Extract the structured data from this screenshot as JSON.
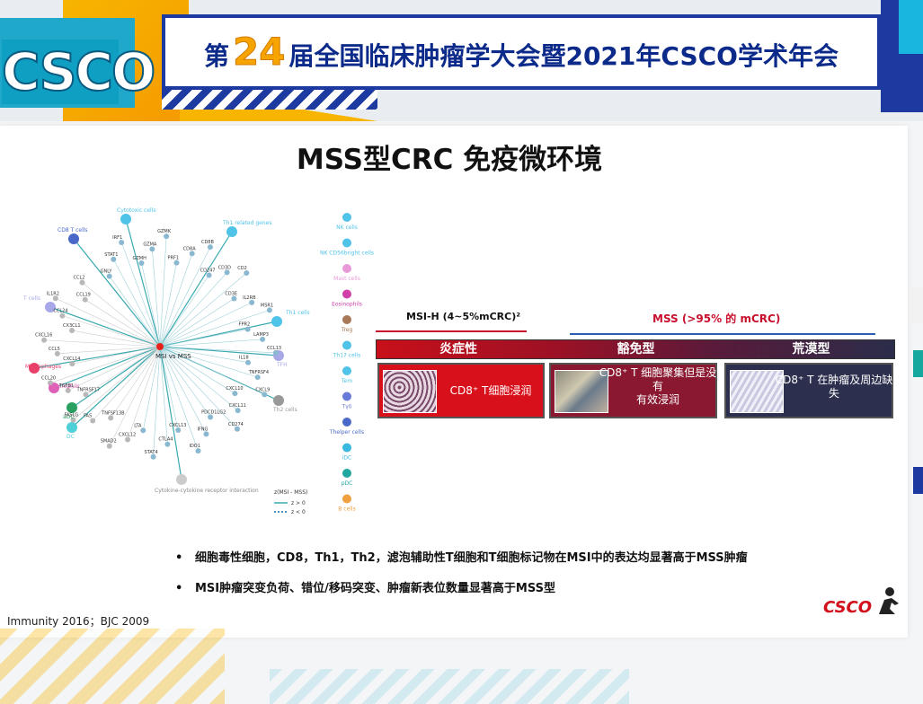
{
  "header": {
    "logo_text": "CSCO",
    "title_prefix": "第",
    "title_number": "24",
    "title_suffix": "届全国临床肿瘤学大会暨2021年CSCO学术年会"
  },
  "slide": {
    "title": "MSS型CRC 免疫微环境",
    "network": {
      "hub_label": "MSI vs MSS",
      "hubs": [
        "Cytotoxic cells",
        "Th1 related genes",
        "CD8 T cells",
        "T cells",
        "Th1 cells",
        "Macrophages",
        "Neutrophils",
        "aDC",
        "DC",
        "TFH",
        "Th2 cells",
        "Cytokine-cytokine receptor interaction"
      ],
      "genes": [
        "GNLY",
        "STAT1",
        "IRF1",
        "GZMH",
        "GZMA",
        "GZMK",
        "PRF1",
        "CD8A",
        "CD8B",
        "CD247",
        "CD3D",
        "CD2",
        "CD3E",
        "IL2RB",
        "MSR1",
        "FPR2",
        "LAMP3",
        "CCL13",
        "IL18",
        "TNFRSF4",
        "CXCL9",
        "CXCL10",
        "CXCL11",
        "CD274",
        "PDCD1LG2",
        "IFNG",
        "IDO1",
        "CXCL13",
        "CTLA4",
        "STAT4",
        "LTA",
        "CXCL12",
        "SMAD2",
        "TNFSF13B",
        "FAS",
        "FASLG",
        "TNFRSF17",
        "TGFB1",
        "CCL20",
        "CXCL14",
        "CCL5",
        "CXCL16",
        "CX3CL1",
        "CCL24",
        "IL1R2",
        "CCL19",
        "CCL2"
      ],
      "legend_title": "z(MSI - MSS)",
      "legend_items": [
        "z > 0",
        "z < 0"
      ]
    },
    "cell_legend": [
      "NK cells",
      "NK CD56bright cells",
      "Mast cells",
      "Eosinophils",
      "Treg",
      "Th17 cells",
      "Tem",
      "Tγδ",
      "Thelper cells",
      "iDC",
      "pDC",
      "B cells"
    ],
    "msi_label": "MSI-H (4~5%mCRC)²",
    "mss_label": "MSS (>95% 的 mCRC)",
    "categories": [
      {
        "label": "炎症性",
        "desc": "CD8⁺ T细胞浸润"
      },
      {
        "label": "豁免型",
        "desc_lines": [
          "CD8⁺ T 细胞聚集但是没",
          "有",
          "有效浸润"
        ]
      },
      {
        "label": "荒漠型",
        "desc_lines": [
          "CD8⁺ T 在肿瘤及周边缺",
          "失"
        ]
      }
    ],
    "bullets": [
      "细胞毒性细胞，CD8，Th1，Th2，滤泡辅助性T细胞和T细胞标记物在MSI中的表达均显著高于MSS肿瘤",
      "MSI肿瘤突变负荷、错位/移码突变、肿瘤新表位数量显著高于MSS型"
    ],
    "bullet_symbol": "•",
    "reference": "Immunity 2016；BJC 2009",
    "footer_logo": "CSCO"
  },
  "colors": {
    "accent_blue": "#1c3aa0",
    "accent_yellow": "#f7b500",
    "logo_cyan": "#0f9fc2",
    "inflamed_red": "#d8101b",
    "excluded_maroon": "#8a1830",
    "desert_navy": "#2c2f4e"
  }
}
